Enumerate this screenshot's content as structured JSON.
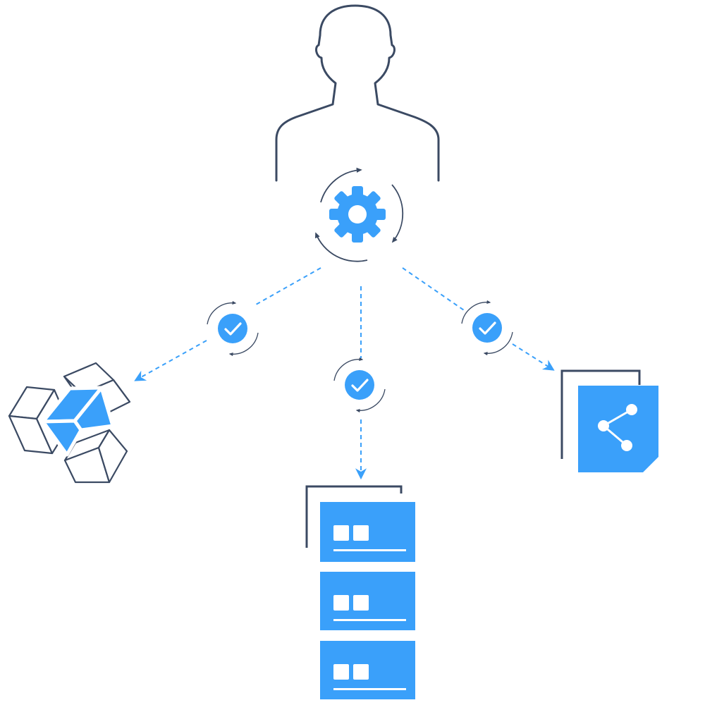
{
  "colors": {
    "accent": "#3aa0fa",
    "outline": "#3b4a63",
    "background": "#ffffff"
  },
  "icons": {
    "user": "user-silhouette-icon",
    "process": "gear-icon",
    "cycle": "refresh-cycle-icon",
    "verify": "checkmark-circle-icon",
    "modules": "cubes-icon",
    "share": "share-document-icon",
    "cards": "card-stack-icon"
  },
  "diagram": {
    "branches": [
      {
        "id": "left",
        "target": "modules"
      },
      {
        "id": "center",
        "target": "cards"
      },
      {
        "id": "right",
        "target": "share"
      }
    ],
    "card_count": 3
  }
}
